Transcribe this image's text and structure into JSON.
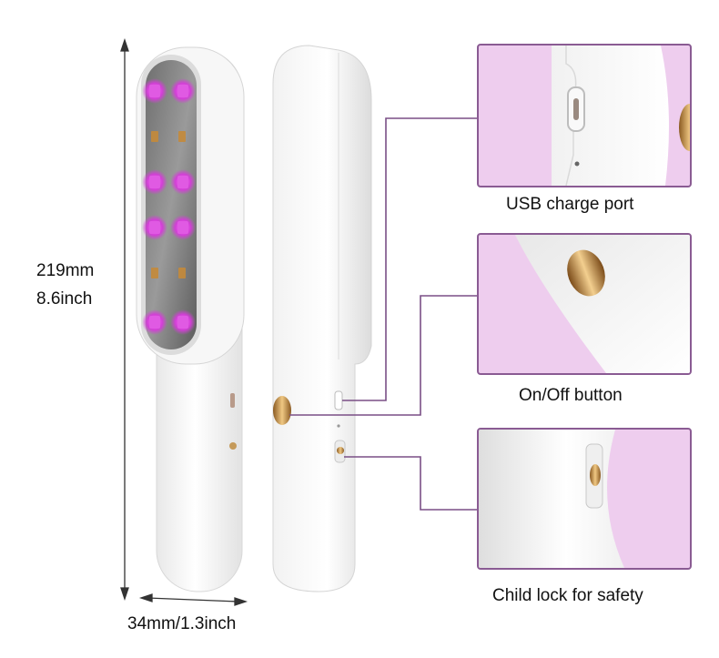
{
  "dimensions": {
    "height_mm": "219mm",
    "height_inch": "8.6inch",
    "width_text": "34mm/1.3inch"
  },
  "callouts": [
    {
      "label": "USB charge port"
    },
    {
      "label": "On/Off button"
    },
    {
      "label": "Child lock for safety"
    }
  ],
  "colors": {
    "uv_light": "#d23fd6",
    "panel_border": "#8a5b93",
    "panel_bg": "#eecdee",
    "connector_line": "#7a4f86",
    "device_white": "#f4f4f4",
    "button_gold": "#c58a3a"
  }
}
